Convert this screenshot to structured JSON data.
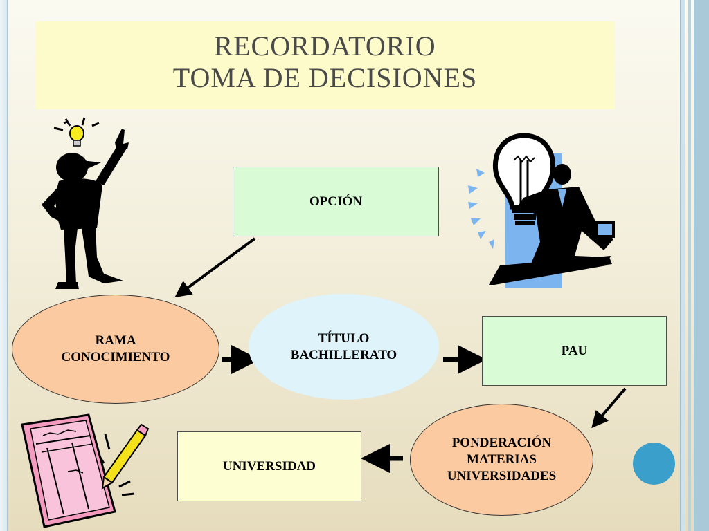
{
  "title": {
    "line1": "RECORDATORIO",
    "line2": "TOMA DE DECISIONES"
  },
  "nodes": {
    "opcion": "OPCIÓN",
    "rama_line1": "RAMA",
    "rama_line2": "CONOCIMIENTO",
    "titulo_line1": "TÍTULO",
    "titulo_line2": "BACHILLERATO",
    "pau": "PAU",
    "ponderacion_line1": "PONDERACIÓN",
    "ponderacion_line2": "MATERIAS",
    "ponderacion_line3": "UNIVERSIDADES",
    "universidad": "UNIVERSIDAD"
  },
  "icons": [
    "thinking-person-icon",
    "businessman-lightbulb-icon",
    "notepad-pencil-icon",
    "blue-circle-icon"
  ],
  "colors": {
    "title_bg": "#fdfbc9",
    "green_box": "#d9fcd7",
    "peach_oval": "#fccaa0",
    "light_blue_oval": "#def3fa",
    "yellow_box": "#fefed3",
    "accent_dot": "#3aa0cb"
  }
}
